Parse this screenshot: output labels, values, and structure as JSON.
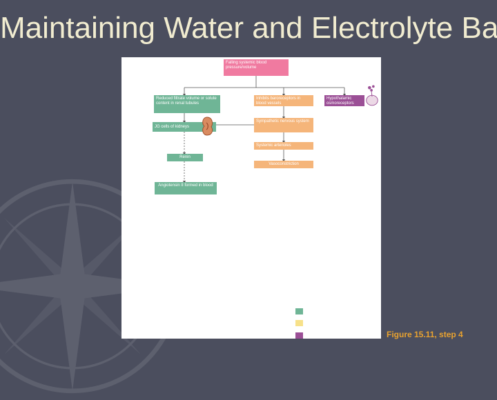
{
  "slide": {
    "title": "Maintaining Water and Electrolyte Balance",
    "caption": "Figure 15.11, step 4"
  },
  "colors": {
    "background": "#4b4e5e",
    "title": "#f1ecd0",
    "caption": "#e8a230",
    "renal_green": "#6fb596",
    "neural_orange": "#f5b57a",
    "hormonal_purple": "#9b4f96",
    "stimulus_pink": "#f07aa0"
  },
  "diagram": {
    "stimulus": "Falling systemic blood pressure/volume",
    "filtrate": "Reduced filtrate volume or solute content in renal tubules",
    "baroreceptors": "Inhibits baroreceptors in blood vessels",
    "osmoreceptors": "Hypothalamic osmoreceptors",
    "jg_cells": "JG cells of kidneys",
    "sympathetic": "Sympathetic nervous system",
    "arterioles": "Systemic arterioles",
    "renin": "Renin",
    "vasoconstriction": "Vasoconstriction",
    "angiotensin": "Angiotensin II formed in blood"
  },
  "icons": [
    "kidney-icon",
    "hypothalamus-icon",
    "background-compass-icon"
  ]
}
